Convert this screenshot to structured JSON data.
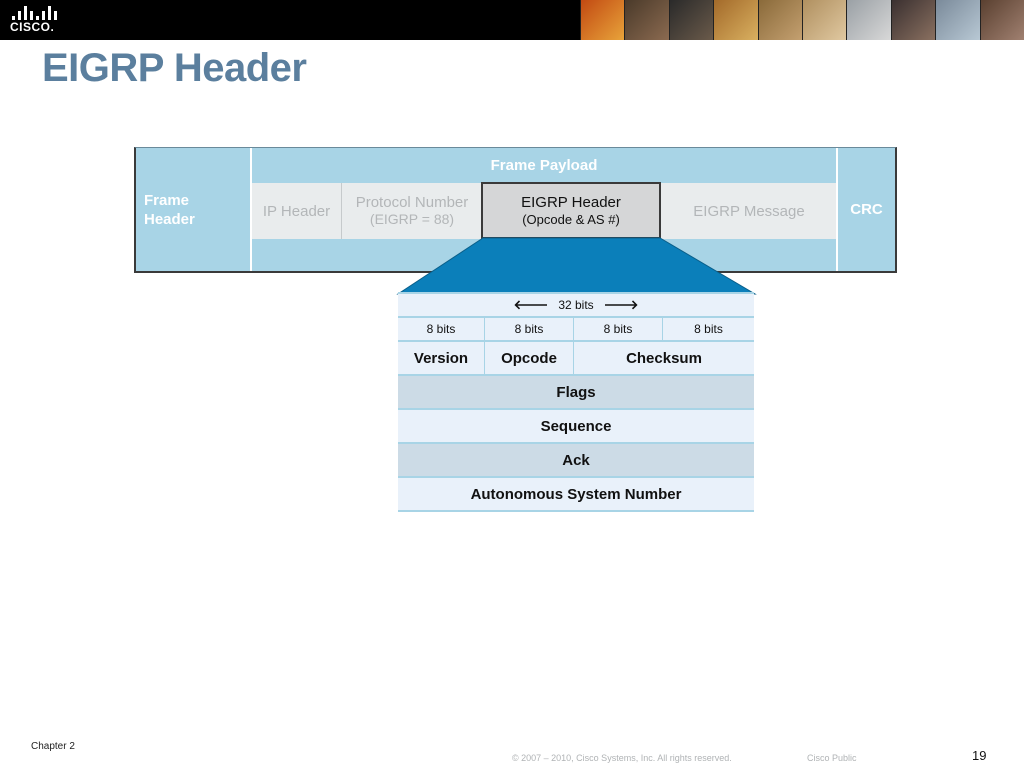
{
  "slide": {
    "title": "EIGRP Header",
    "brand": "CISCO.",
    "footer_chapter": "Chapter 2",
    "footer_copyright": "© 2007 – 2010, Cisco Systems, Inc. All rights reserved.",
    "footer_classification": "Cisco Public",
    "page_number": "19"
  },
  "frame": {
    "frame_header": "Frame Header",
    "frame_payload": "Frame  Payload",
    "crc": "CRC",
    "ip_header": "IP Header",
    "protocol_number": "Protocol Number",
    "protocol_value": "(EIGRP = 88)",
    "eigrp_header": "EIGRP Header",
    "eigrp_header_sub": "(Opcode & AS #)",
    "eigrp_message": "EIGRP Message"
  },
  "header_table": {
    "width_label": "32 bits",
    "left_arrow": "🡐",
    "right_arrow": "🡒",
    "bit_labels": [
      "8 bits",
      "8 bits",
      "8 bits",
      "8 bits"
    ],
    "version": "Version",
    "opcode": "Opcode",
    "checksum": "Checksum",
    "flags": "Flags",
    "sequence": "Sequence",
    "ack": "Ack",
    "as_number": "Autonomous System Number"
  },
  "colors": {
    "title": "#5b7f9e",
    "frame_light_blue": "#a8d4e6",
    "zoom_blue": "#0b7fba",
    "row_alt": "#ccdbe6",
    "row_plain": "#e9f1fa"
  }
}
